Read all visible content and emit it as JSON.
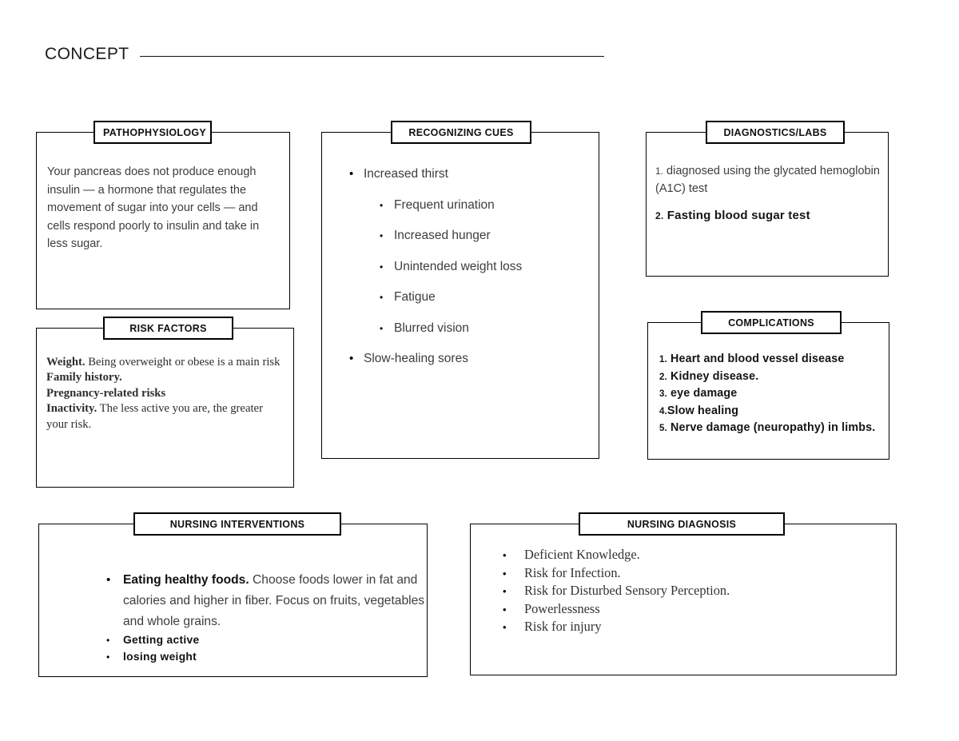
{
  "header": {
    "label": "CONCEPT",
    "blank_line_value": ""
  },
  "boxes": {
    "pathophysiology": {
      "title": "PATHOPHYSIOLOGY",
      "body": "Your pancreas does not produce enough insulin — a hormone that regulates the movement of sugar into your cells — and cells respond poorly to insulin and take in less sugar."
    },
    "risk_factors": {
      "title": "RISK FACTORS",
      "items": [
        {
          "lead": "Weight.",
          "rest": " Being overweight or obese is a main risk"
        },
        {
          "lead": "Family history.",
          "rest": ""
        },
        {
          "lead": "Pregnancy-related risks",
          "rest": ""
        },
        {
          "lead": "Inactivity.",
          "rest": " The less active you are, the greater your risk."
        }
      ]
    },
    "recognizing_cues": {
      "title": "RECOGNIZING CUES",
      "items": [
        {
          "text": "Increased thirst",
          "level": 1
        },
        {
          "text": "Frequent urination",
          "level": 2
        },
        {
          "text": "Increased hunger",
          "level": 2
        },
        {
          "text": "Unintended weight loss",
          "level": 2
        },
        {
          "text": "Fatigue",
          "level": 2
        },
        {
          "text": "Blurred vision",
          "level": 2
        },
        {
          "text": "Slow-healing sores",
          "level": 1
        }
      ],
      "bullet_glyph": "•"
    },
    "diagnostics_labs": {
      "title": "DIAGNOSTICS/LABS",
      "item1_number": "1.",
      "item1_text": " diagnosed using the glycated hemoglobin (A1C) test",
      "item2_number": "2.",
      "item2_text": " Fasting blood sugar test"
    },
    "complications": {
      "title": "COMPLICATIONS",
      "items": [
        {
          "number": "1.",
          "text": " Heart and blood vessel disease"
        },
        {
          "number": "2.",
          "text": " Kidney disease."
        },
        {
          "number": "3.",
          "text": " eye damage"
        },
        {
          "number": "4.",
          "text": "Slow healing"
        },
        {
          "number": "5.",
          "text": " Nerve damage (neuropathy) in limbs."
        }
      ]
    },
    "nursing_interventions": {
      "title": "NURSING INTERVENTIONS",
      "main_lead": "Eating healthy foods.",
      "main_rest": " Choose foods lower in fat and calories and higher in fiber. Focus on fruits, vegetables and whole grains.",
      "sub_items": [
        "Getting active",
        "losing weight"
      ],
      "bullet_glyph": "•"
    },
    "nursing_diagnosis": {
      "title": "NURSING DIAGNOSIS",
      "items": [
        "Deficient Knowledge.",
        "Risk for Infection.",
        "Risk for Disturbed Sensory Perception.",
        "Powerlessness",
        "Risk for injury"
      ],
      "bullet_glyph": "•"
    }
  },
  "colors": {
    "border": "#000000",
    "body_text": "#3d3d3d",
    "heading_text": "#111111",
    "page_background": "#ffffff"
  }
}
